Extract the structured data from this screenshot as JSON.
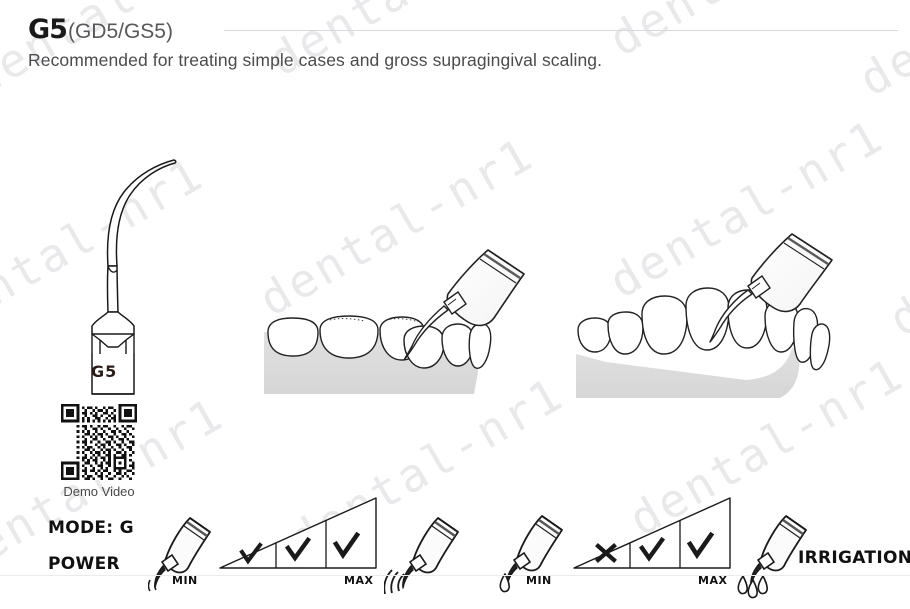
{
  "document": {
    "title_code": "G5",
    "title_variants": "(GD5/GS5)",
    "subtitle": "Recommended for treating simple cases and gross supragingival scaling."
  },
  "watermark": {
    "text": "dental-nr1",
    "color": "#e9e9ec"
  },
  "tip": {
    "label": "G5",
    "shape": "curved-scaler-tip"
  },
  "qr": {
    "caption": "Demo Video",
    "icon": "qr-code-icon"
  },
  "illustrations": [
    {
      "name": "posterior-teeth-scaling",
      "icon": "handpiece-on-posterior-teeth"
    },
    {
      "name": "anterior-teeth-scaling",
      "icon": "handpiece-on-anterior-teeth"
    }
  ],
  "controls": {
    "mode_label": "MODE: G",
    "power_label": "POWER",
    "irrigation_label": "IRRIGATION",
    "power_gauge": {
      "min_label": "MIN",
      "max_label": "MAX",
      "segments": [
        "check",
        "check",
        "check"
      ]
    },
    "irrigation_gauge": {
      "min_label": "MIN",
      "max_label": "MAX",
      "segments": [
        "cross",
        "check",
        "check"
      ]
    },
    "icons": {
      "handpiece_power_left": "handpiece-icon",
      "handpiece_vibration": "handpiece-vibration-icon",
      "handpiece_drop_left": "handpiece-drop-icon",
      "handpiece_irrigation": "handpiece-irrigation-icon"
    }
  },
  "colors": {
    "ink": "#1a1a1a",
    "subtitle": "#4b4b4d",
    "variants": "#58585a",
    "gum": "#dcdcdc",
    "rule": "#d9d9dd"
  }
}
